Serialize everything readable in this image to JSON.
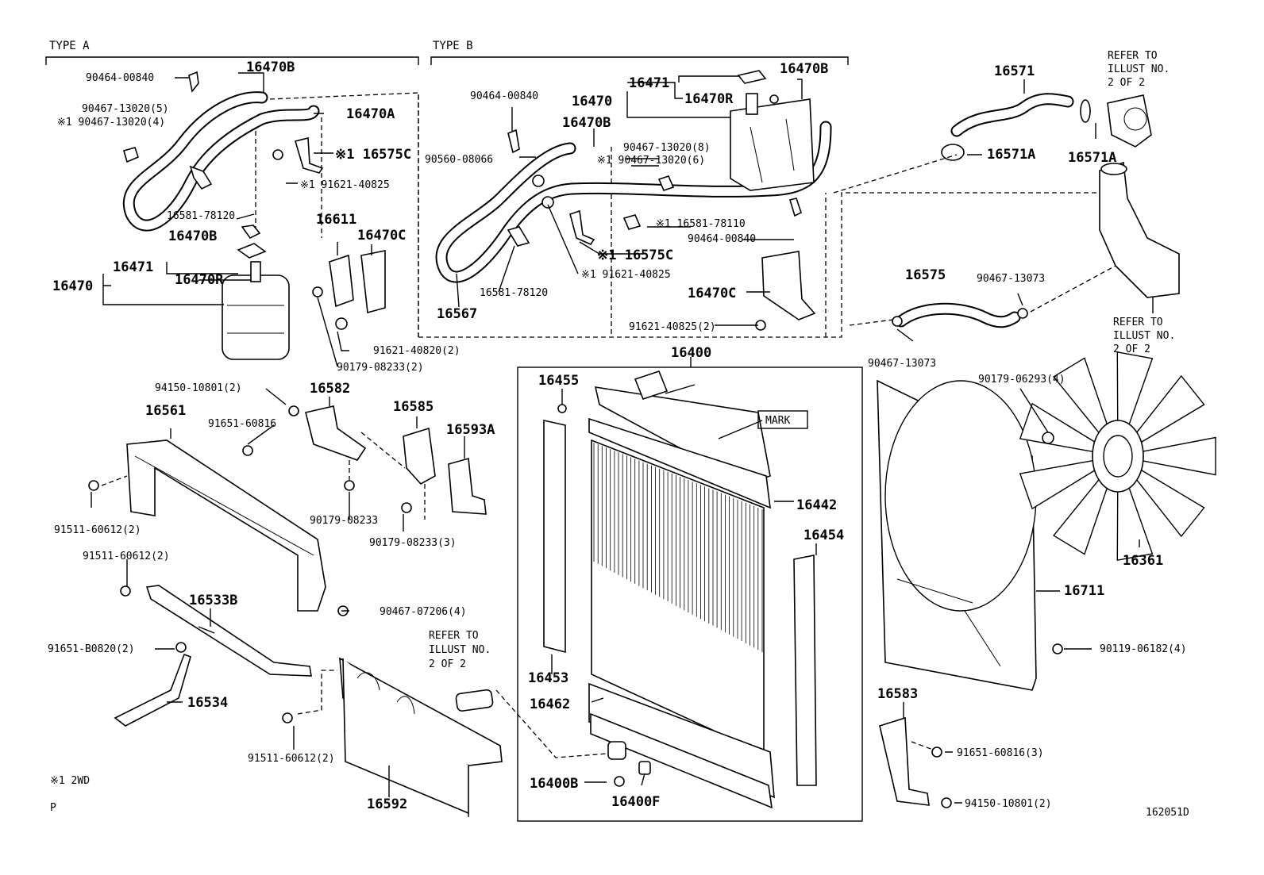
{
  "headers": {
    "type_a": "TYPE A",
    "type_b": "TYPE B"
  },
  "labels": {
    "a_90464_00840": "90464-00840",
    "a_16470b_top": "16470B",
    "a_90467_13020_5": "90467-13020(5)",
    "a_90467_13020_4": "※1 90467-13020(4)",
    "a_16470a": "16470A",
    "a_16575c": "※1 16575C",
    "a_91621_40825": "※1 91621-40825",
    "a_16581_78120": "16581-78120",
    "a_16470b_mid": "16470B",
    "a_16471": "16471",
    "a_16470": "16470",
    "a_16470r": "16470R",
    "a_16611": "16611",
    "a_16470c": "16470C",
    "a_91621_40820": "91621-40820(2)",
    "a_90179_08233": "90179-08233(2)",
    "b_90464_00840": "90464-00840",
    "b_16471": "16471",
    "b_16470b_top": "16470B",
    "b_16470": "16470",
    "b_16470r": "16470R",
    "b_16470b_mid": "16470B",
    "b_90560_08066": "90560-08066",
    "b_90467_13020_8": "90467-13020(8)",
    "b_90467_13020_6": "※1 90467-13020(6)",
    "b_16581_78110": "※1 16581-78110",
    "b_90464_00840_2": "90464-00840",
    "b_16575c": "※1 16575C",
    "b_91621_40825": "※1 91621-40825",
    "b_16581_78120": "16581-78120",
    "b_16567": "16567",
    "b_16470c": "16470C",
    "b_91621_40825_2": "91621-40825(2)",
    "r_16571": "16571",
    "r_refer1": "REFER TO",
    "r_refer1b": "ILLUST NO.",
    "r_refer1c": "2 OF 2",
    "r_16571a_1": "16571A",
    "r_16571a_2": "16571A",
    "r_16575": "16575",
    "r_90467_13073_a": "90467-13073",
    "r_90467_13073_b": "90467-13073",
    "r_refer2": "REFER TO",
    "r_refer2b": "ILLUST NO.",
    "r_refer2c": "2 OF 2",
    "r_90179_06293": "90179-06293(4)",
    "r_16361": "16361",
    "r_16711": "16711",
    "r_90119_06182": "90119-06182(4)",
    "r_16583": "16583",
    "r_91651_60816_3": "91651-60816(3)",
    "r_94150_10801_2": "94150-10801(2)",
    "c_16400": "16400",
    "c_16455": "16455",
    "c_mark": "MARK",
    "c_16442": "16442",
    "c_16454": "16454",
    "c_16453": "16453",
    "c_16462": "16462",
    "c_16400b": "16400B",
    "c_16400f": "16400F",
    "l_94150_10801": "94150-10801(2)",
    "l_16582": "16582",
    "l_16561": "16561",
    "l_91651_60816": "91651-60816",
    "l_16585": "16585",
    "l_16593a": "16593A",
    "l_91511_60612_a": "91511-60612(2)",
    "l_90179_08233_a": "90179-08233",
    "l_90179_08233_b": "90179-08233(3)",
    "l_91511_60612_b": "91511-60612(2)",
    "l_16533b": "16533B",
    "l_90467_07206": "90467-07206(4)",
    "l_91651_b0820": "91651-B0820(2)",
    "l_refer3": "REFER TO",
    "l_refer3b": "ILLUST NO.",
    "l_refer3c": "2 OF 2",
    "l_16534": "16534",
    "l_91511_60612_c": "91511-60612(2)",
    "l_16592": "16592"
  },
  "footer": {
    "note": "※1  2WD",
    "p": "P",
    "drawing_no": "162051D"
  }
}
